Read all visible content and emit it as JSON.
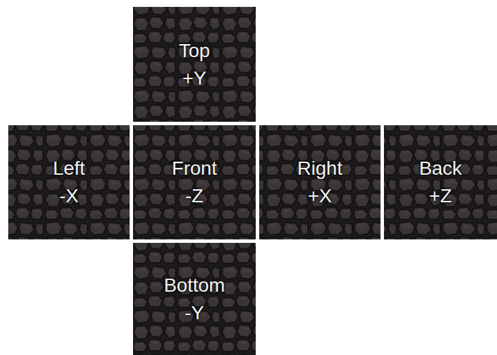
{
  "diagram": {
    "nodes": [
      {
        "text": [
          "Top",
          "+Y"
        ]
      },
      {
        "text": [
          "Left",
          "-X"
        ]
      },
      {
        "text": [
          "Front",
          "-Z"
        ]
      },
      {
        "text": [
          "Right",
          "+X"
        ]
      },
      {
        "text": [
          "Back",
          "+Z"
        ]
      },
      {
        "text": [
          "Bottom",
          "-Y"
        ]
      }
    ]
  }
}
